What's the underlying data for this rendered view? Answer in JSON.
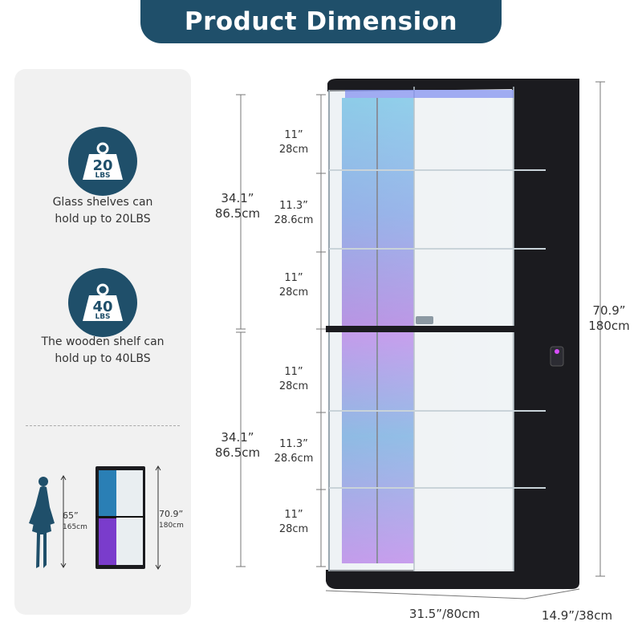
{
  "header": {
    "title": "Product Dimension"
  },
  "colors": {
    "accent": "#1f4f6a",
    "panel": "#f1f1f1",
    "cabinet": "#1b1b1f",
    "led_blue": "#2fb5e8",
    "led_purple": "#9b3bff"
  },
  "features": [
    {
      "icon": "weight-icon",
      "number": "20",
      "unit": "LBS",
      "line1": "Glass shelves can",
      "line2": "hold up to 20LBS"
    },
    {
      "icon": "weight-icon",
      "number": "40",
      "unit": "LBS",
      "line1": "The wooden shelf can",
      "line2": "hold up to 40LBS"
    }
  ],
  "comparison": {
    "person_height_in": "65”",
    "person_height_cm": "165cm",
    "cabinet_height_in": "70.9”",
    "cabinet_height_cm": "180cm"
  },
  "dimensions": {
    "upper_section": {
      "in": "34.1”",
      "cm": "86.5cm"
    },
    "lower_section": {
      "in": "34.1”",
      "cm": "86.5cm"
    },
    "shelves": [
      {
        "in": "11”",
        "cm": "28cm"
      },
      {
        "in": "11.3”",
        "cm": "28.6cm"
      },
      {
        "in": "11”",
        "cm": "28cm"
      },
      {
        "in": "11”",
        "cm": "28cm"
      },
      {
        "in": "11.3”",
        "cm": "28.6cm"
      },
      {
        "in": "11”",
        "cm": "28cm"
      }
    ],
    "total_height": {
      "in": "70.9”",
      "cm": "180cm"
    },
    "width": "31.5”/80cm",
    "depth": "14.9”/38cm"
  }
}
